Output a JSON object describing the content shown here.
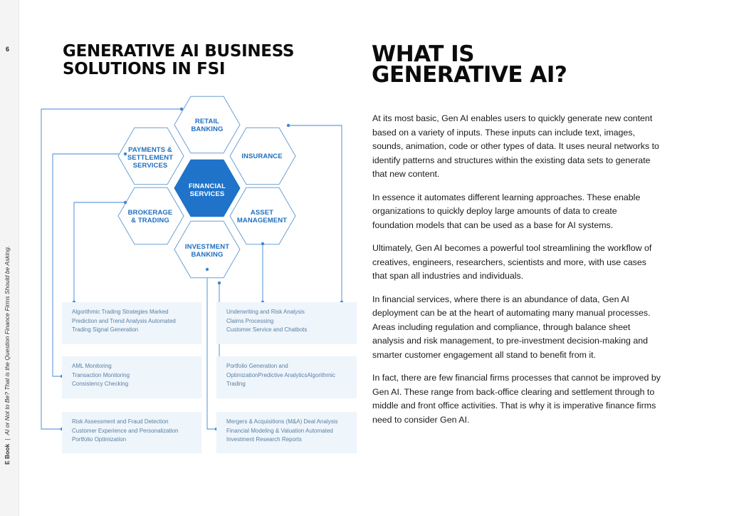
{
  "page": {
    "number": "6",
    "side_label": {
      "tag": "E Book",
      "separator": "|",
      "title": "AI or Not to Be? That is the Question Finance Firms Should be Asking."
    }
  },
  "left_section": {
    "title_lines": [
      "GENERATIVE AI BUSINESS",
      "SOLUTIONS IN FSI"
    ]
  },
  "diagram": {
    "colors": {
      "hex_border": "#6aa0d6",
      "center_fill": "#1f73c9",
      "line": "#3f86d0",
      "box_fill": "#eef5fb"
    },
    "center": {
      "lines": [
        "FINANCIAL",
        "SERVICES"
      ]
    },
    "hexagons": {
      "retail": {
        "lines": [
          "RETAIL",
          "BANKING"
        ]
      },
      "payments": {
        "lines": [
          "PAYMENTS &",
          "SETTLEMENT",
          "SERVICES"
        ]
      },
      "insurance": {
        "lines": [
          "INSURANCE"
        ]
      },
      "brokerage": {
        "lines": [
          "BROKERAGE",
          "& TRADING"
        ]
      },
      "asset": {
        "lines": [
          "ASSET",
          "MANAGEMENT"
        ]
      },
      "investment": {
        "lines": [
          "INVESTMENT",
          "BANKING"
        ]
      }
    },
    "boxes": {
      "left_top": {
        "lines": [
          "Algorithmic Trading Strategies Marked",
          "Prediction and Trend Analysis Automated",
          "Trading Signal Generation"
        ]
      },
      "right_top": {
        "lines": [
          "Underwriting and Risk Analysis",
          "Claims Processing",
          "Customer Service and Chatbots"
        ]
      },
      "left_middle": {
        "lines": [
          "AML Monitoring",
          "Transaction Monitoring",
          "Consistency Checking"
        ]
      },
      "right_middle": {
        "lines": [
          "Portfolio Generation and",
          "OptimizationPredictive AnalyticsAlgorithmic",
          "Trading"
        ]
      },
      "left_bottom": {
        "lines": [
          "Risk Assessment and Fraud Detection",
          "Customer Experience and Personalization",
          "Portfolio Optimization"
        ]
      },
      "right_bottom": {
        "lines": [
          "Mergers & Acquisitions (M&A) Deal Analysis",
          "Financial Modeling & Valuation Automated",
          "Investment Research Reports"
        ]
      }
    }
  },
  "right_section": {
    "title_lines": [
      "WHAT IS",
      "GENERATIVE AI?"
    ],
    "paragraphs": [
      "At its most basic, Gen AI enables users to quickly generate new content based on a variety of inputs. These inputs can include text, images, sounds, animation, code or other types of data. It uses neural networks to identify patterns and structures within the existing data sets to generate that new content.",
      "In essence it automates different learning approaches. These enable organizations to quickly deploy large amounts of data to create foundation models that can be used as a base for AI systems.",
      "Ultimately, Gen AI becomes a powerful tool streamlining the workflow of creatives, engineers, researchers, scientists and more, with use cases that span all industries and individuals.",
      "In financial services, where there is an abundance of data, Gen AI deployment can be at the heart of automating many manual processes. Areas including regulation and compliance, through balance sheet analysis and risk management, to pre-investment decision-making and smarter customer engagement all stand to benefit from it.",
      "In fact, there are few financial firms processes that cannot be improved by Gen AI. These range from back-office clearing and settlement through to middle and front office activities.  That is why it is imperative finance firms need to consider Gen AI."
    ]
  }
}
